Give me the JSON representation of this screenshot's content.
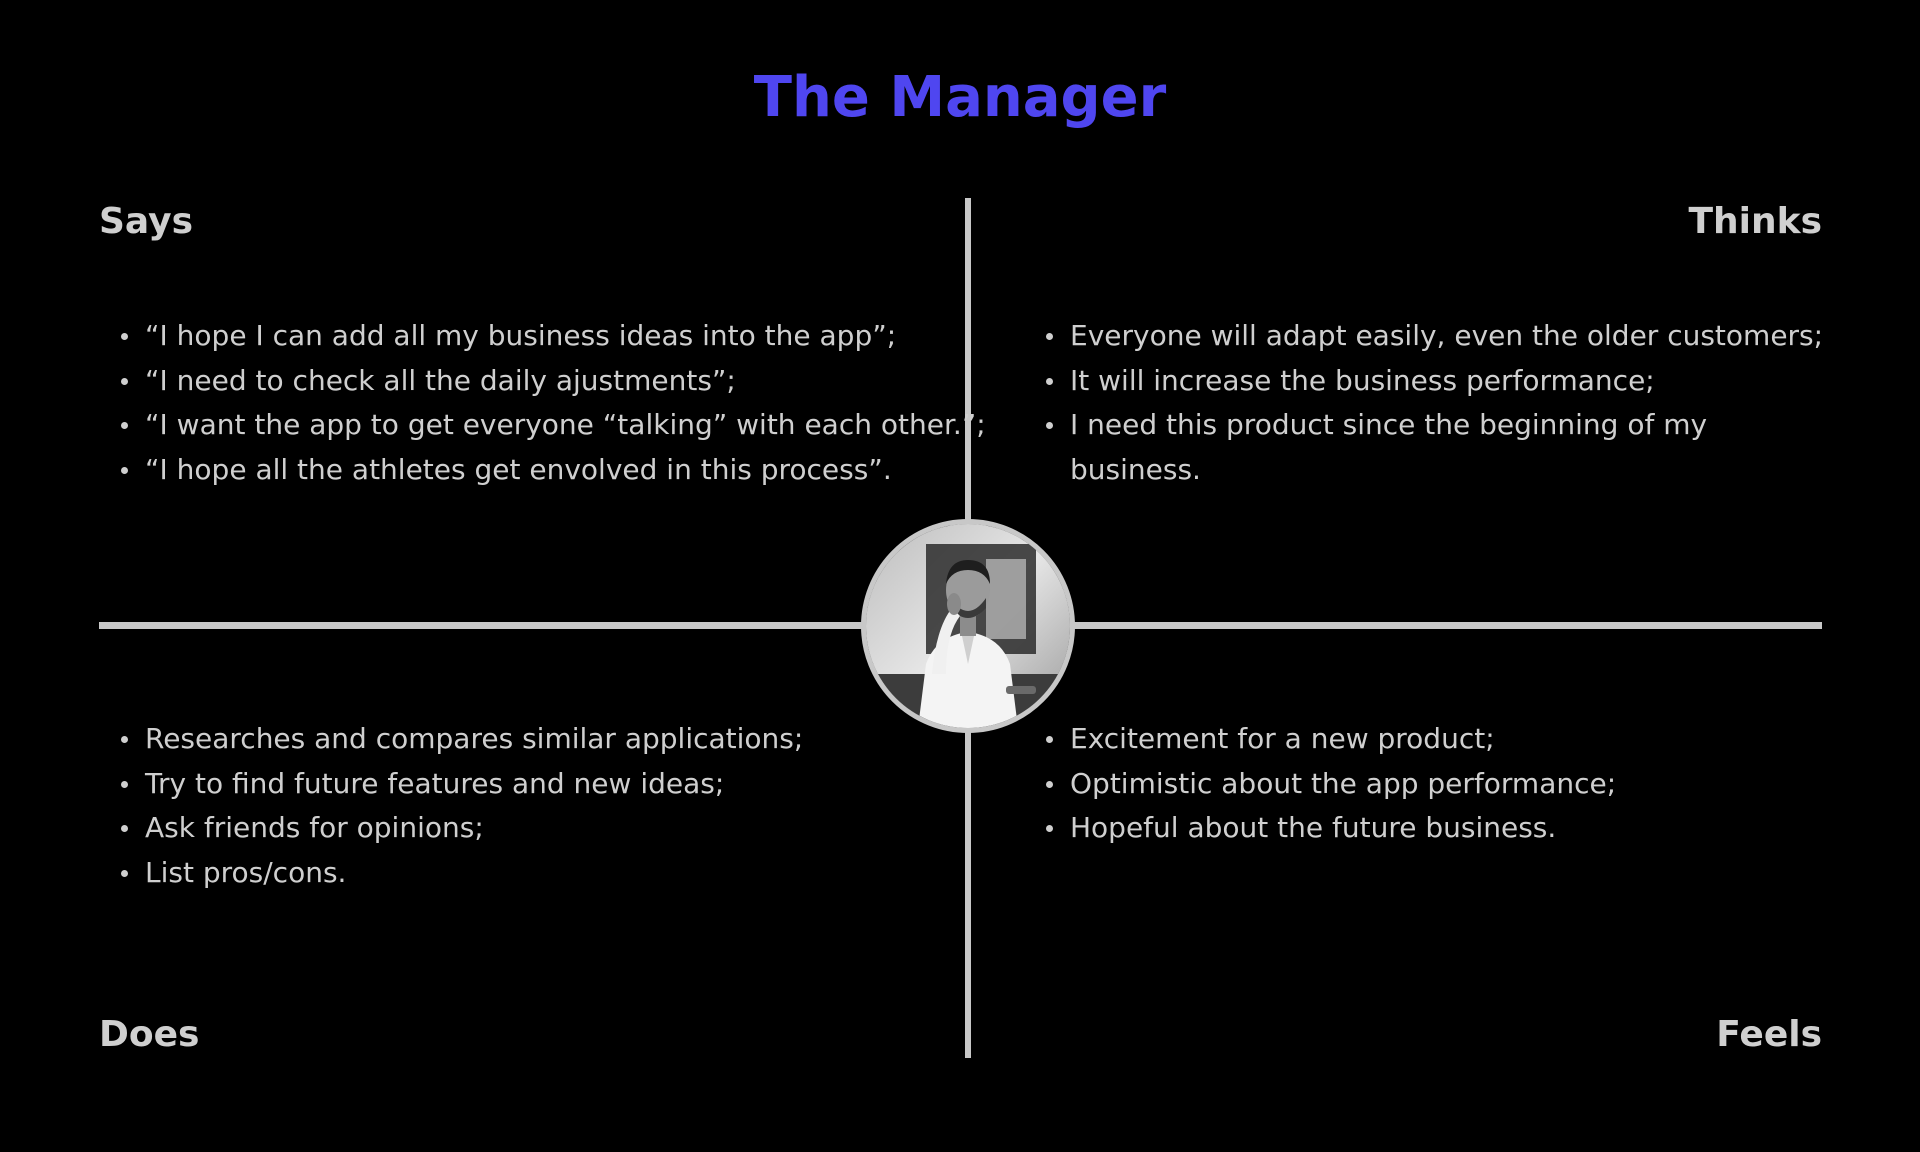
{
  "title": "The Manager",
  "quadrants": {
    "says": {
      "label": "Says",
      "items": [
        "“I hope I can add all my business ideas into the app”;",
        "“I need to check all the daily ajustments”;",
        "“I want the app to get everyone “talking” with each other.”;",
        "“I hope all the athletes get envolved in this process”."
      ]
    },
    "thinks": {
      "label": "Thinks",
      "items": [
        "Everyone will adapt easily, even the older customers;",
        "It will increase the business performance;",
        "I need this product since the beginning of my business."
      ]
    },
    "does": {
      "label": "Does",
      "items": [
        "Researches and compares similar applications;",
        "Try to find future features and new ideas;",
        "Ask friends for opinions;",
        "List pros/cons."
      ]
    },
    "feels": {
      "label": "Feels",
      "items": [
        "Excitement for a new product;",
        "Optimistic about the app performance;",
        "Hopeful about the future business."
      ]
    }
  },
  "colors": {
    "background": "#000000",
    "title": "#4f46f0",
    "text": "#cfcfcf",
    "divider": "#c8c8c8"
  },
  "icons": {
    "avatar": "person-photo"
  }
}
